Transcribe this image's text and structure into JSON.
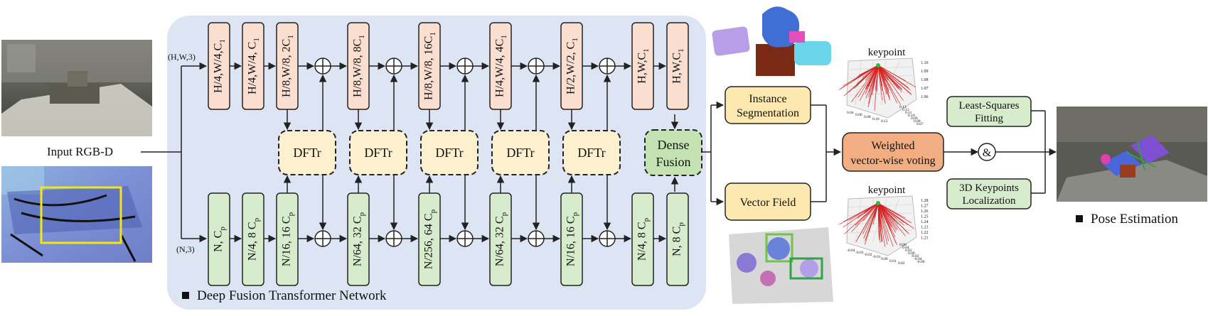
{
  "input_label": "Input RGB-D",
  "network_caption": "Deep Fusion Transformer Network",
  "pose_caption": "Pose Estimation",
  "img_branch_label": "(H,W,3)",
  "pc_branch_label": "(N,3)",
  "rgb_blocks": [
    {
      "lines": [
        "H/4,W/4,C",
        "1"
      ]
    },
    {
      "lines": [
        "H/4,W/4, C",
        "1"
      ]
    },
    {
      "lines": [
        "H/8,W/8, 2C",
        "1"
      ]
    },
    {
      "lines": [
        "H/8,W/8, 8C",
        "1"
      ]
    },
    {
      "lines": [
        "H/8,W/8, 16C",
        "1"
      ]
    },
    {
      "lines": [
        "H/4,W/4, 4C",
        "1"
      ]
    },
    {
      "lines": [
        "H/2,W/2, C",
        "1"
      ]
    },
    {
      "lines": [
        "H,W,C",
        "1"
      ]
    },
    {
      "lines": [
        "H,W,C",
        "1"
      ]
    }
  ],
  "pc_blocks": [
    {
      "lines": [
        "N, C",
        "p"
      ]
    },
    {
      "lines": [
        "N/4, 8 C",
        "p"
      ]
    },
    {
      "lines": [
        "N/16, 16 C",
        "p"
      ]
    },
    {
      "lines": [
        "N/64, 32 C",
        "p"
      ]
    },
    {
      "lines": [
        "N/256, 64 C",
        "p"
      ]
    },
    {
      "lines": [
        "N/64, 32 C",
        "p"
      ]
    },
    {
      "lines": [
        "N/16, 16 C",
        "p"
      ]
    },
    {
      "lines": [
        "N/4, 8 C",
        "p"
      ]
    },
    {
      "lines": [
        "N, 8 C",
        "p"
      ]
    }
  ],
  "dftr_label": "DFTr",
  "dense_fusion": [
    "Dense",
    "Fusion"
  ],
  "instance_seg": [
    "Instance",
    "Segmentation"
  ],
  "vector_field": "Vector Field",
  "voting": [
    "Weighted",
    "vector-wise voting"
  ],
  "and_symbol": "&",
  "lsq": [
    "Least-Squares",
    "Fitting"
  ],
  "kp3d": [
    "3D Keypoints",
    "Localization"
  ],
  "keypoint_label": "keypoint",
  "plot_top": {
    "z_ticks": [
      "1.10",
      "1.09",
      "1.08",
      "1.07",
      "1.06"
    ],
    "x_ticks": [
      "0.04",
      "0.06",
      "0.08",
      "0.10",
      "0.12"
    ],
    "y_ticks": [
      "0.13",
      "0.12",
      "0.11",
      "0.10",
      "0.09",
      "0.08",
      "0.07"
    ]
  },
  "plot_bottom": {
    "z_ticks": [
      "1.28",
      "1.27",
      "1.26",
      "1.25",
      "1.24",
      "1.23",
      "1.22",
      "1.21"
    ],
    "x_ticks": [
      "-0.04",
      "-0.03",
      "-0.02",
      "-0.01",
      "0.00",
      "0.01",
      "0.02"
    ],
    "y_ticks": [
      "0.06",
      "0.04",
      "0.02",
      "0.00",
      "-0.02",
      "-0.04",
      "-0.06"
    ]
  },
  "colors": {
    "network_bg": "#dde4f4",
    "rgb_block": "#fadfd0",
    "pc_block": "#d7eccd",
    "dftr": "#fdf0cf",
    "dense_fusion": "#c4e2b2",
    "instance": "#fde8b0",
    "voting": "#f2ad82",
    "lsq": "#d7eccd",
    "arrow": "#222222"
  }
}
